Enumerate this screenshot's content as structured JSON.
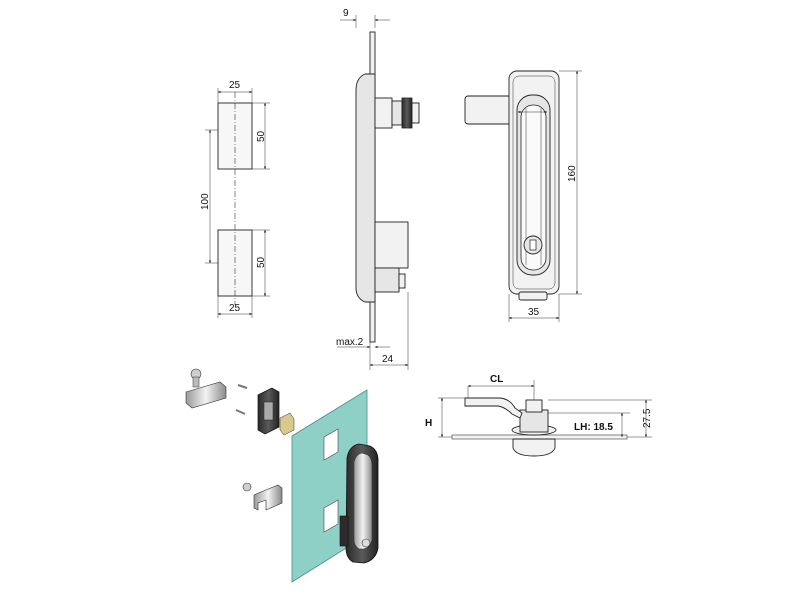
{
  "dimensions": {
    "cutout_width_top": "25",
    "cutout_height_top": "50",
    "cutout_spacing": "100",
    "cutout_height_bottom": "50",
    "cutout_width_bottom": "25",
    "side_top_offset": "9",
    "side_panel_max": "max.2",
    "side_depth": "24",
    "front_height": "160",
    "front_width": "35",
    "lever_cl": "CL",
    "lever_h": "H",
    "lever_lh": "LH: 18.5",
    "lever_height_total": "27.5"
  },
  "colors": {
    "panel_glass": "#8ecfc6",
    "line": "#222222",
    "part_fill": "#f2f2f2"
  }
}
